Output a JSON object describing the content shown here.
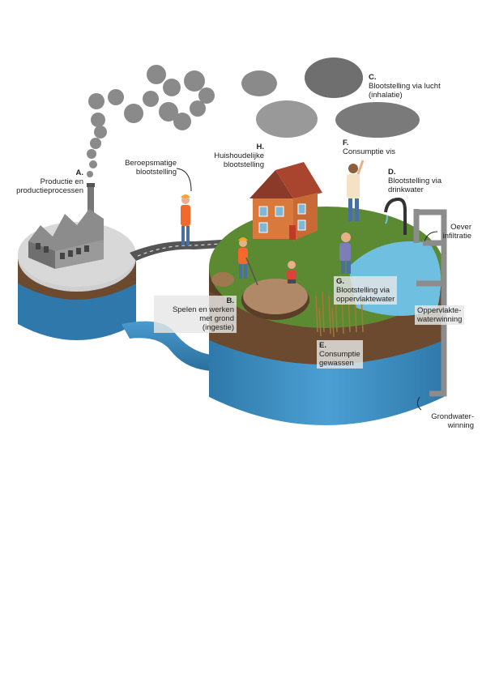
{
  "labels": {
    "a": {
      "key": "A.",
      "line1": "Productie en",
      "line2": "productieprocessen"
    },
    "b": {
      "key": "B.",
      "line1": "Spelen en werken",
      "line2": "met grond",
      "line3": "(ingestie)"
    },
    "c": {
      "key": "C.",
      "line1": "Blootstelling via lucht",
      "line2": "(inhalatie)"
    },
    "d": {
      "key": "D.",
      "line1": "Blootstelling via",
      "line2": "drinkwater"
    },
    "e": {
      "key": "E.",
      "line1": "Consumptie",
      "line2": "gewassen"
    },
    "f": {
      "key": "F.",
      "line1": "Consumptie vis"
    },
    "g": {
      "key": "G.",
      "line1": "Blootstelling via",
      "line2": "oppervlaktewater"
    },
    "h": {
      "key": "H.",
      "line1": "Huishoudelijke",
      "line2": "blootstelling"
    },
    "beroeps": {
      "line1": "Beroepsmatige",
      "line2": "blootstelling"
    },
    "oever": {
      "line1": "Oever",
      "line2": "infiltratie"
    },
    "opp": {
      "line1": "Oppervlakte-",
      "line2": "waterwinning"
    },
    "grond": {
      "line1": "Grondwater-",
      "line2": "winning"
    }
  },
  "colors": {
    "grass": "#5b8a32",
    "soil": "#6b4a30",
    "water": "#3a86b8",
    "smoke": "#8a8a8a",
    "factory": "#8c8c8c",
    "house": "#c76a35",
    "roof": "#8b3a2a"
  }
}
